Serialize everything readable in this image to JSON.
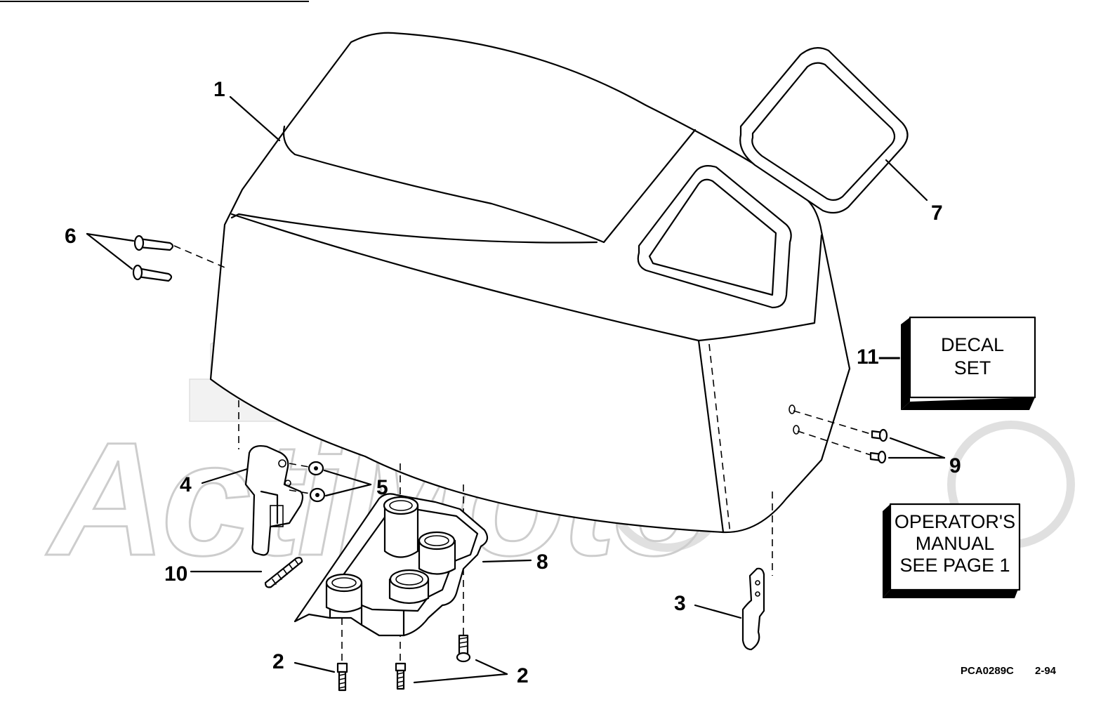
{
  "callouts": {
    "c1": "1",
    "c2a": "2",
    "c2b": "2",
    "c3": "3",
    "c4": "4",
    "c5": "5",
    "c6": "6",
    "c7": "7",
    "c8": "8",
    "c9": "9",
    "c10": "10",
    "c11": "11—"
  },
  "decal_box": {
    "line1": "DECAL",
    "line2": "SET"
  },
  "manual_box": {
    "line1": "OPERATOR'S",
    "line2": "MANUAL",
    "line3": "SEE PAGE 1"
  },
  "drawing_code": {
    "code": "PCA0289C",
    "date": "2-94"
  },
  "watermark": "ActiMoto"
}
